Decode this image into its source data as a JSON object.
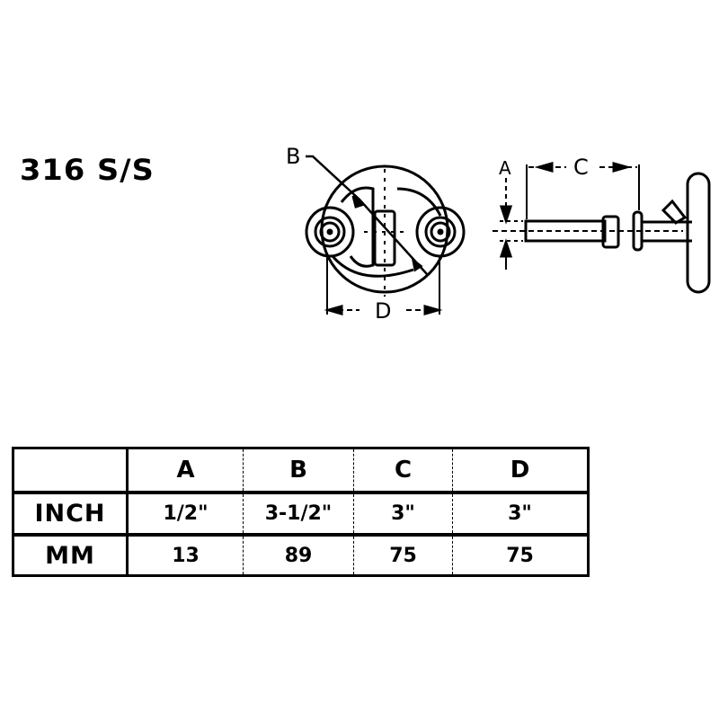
{
  "title": "316 S/S",
  "diagram": {
    "front_view_labels": {
      "diameter": "B",
      "width": "D"
    },
    "side_view_labels": {
      "thread": "A",
      "length": "C"
    }
  },
  "table": {
    "columns": [
      "",
      "A",
      "B",
      "C",
      "D"
    ],
    "rows": [
      {
        "unit": "INCH",
        "values": [
          "1/2\"",
          "3-1/2\"",
          "3\"",
          "3\""
        ]
      },
      {
        "unit": "MM",
        "values": [
          "13",
          "89",
          "75",
          "75"
        ]
      }
    ]
  }
}
